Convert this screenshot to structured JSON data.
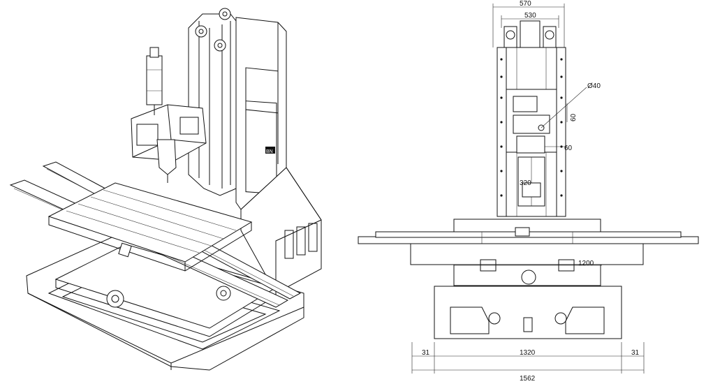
{
  "drawing": {
    "logo_text": "BN",
    "dimensions": {
      "top_width": "570",
      "inner_width": "530",
      "bore_diameter": "Ø40",
      "vertical_offset": "60",
      "horizontal_offset": "60",
      "spindle_offset": "320",
      "table_height": "1200",
      "base_inner_width": "1320",
      "left_margin": "31",
      "right_margin": "31",
      "overall_width": "1562"
    }
  },
  "colors": {
    "line": "#111111",
    "background": "#ffffff"
  }
}
